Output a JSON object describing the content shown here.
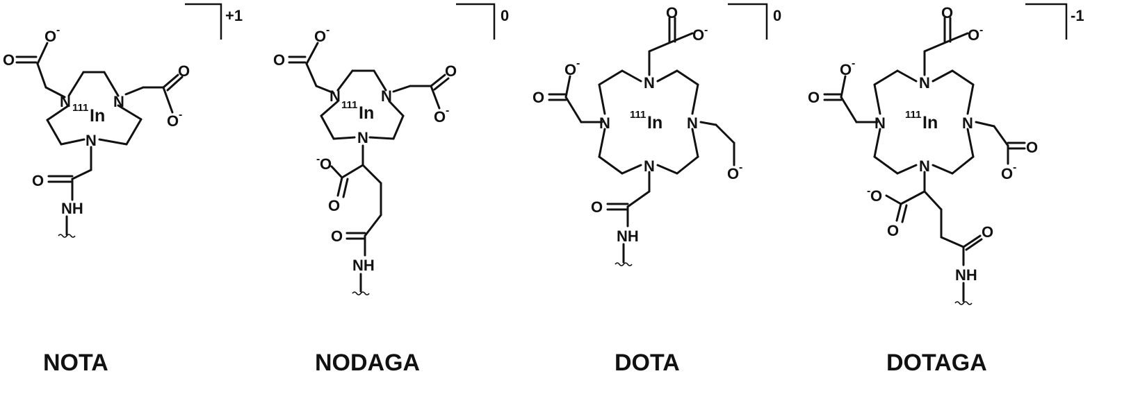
{
  "figure": {
    "panels": [
      {
        "id": "nota",
        "name": "NOTA",
        "charge": "+1",
        "metal_mass": "111",
        "metal_symbol": "In"
      },
      {
        "id": "nodaga",
        "name": "NODAGA",
        "charge": "0",
        "metal_mass": "111",
        "metal_symbol": "In"
      },
      {
        "id": "dota",
        "name": "DOTA",
        "charge": "0",
        "metal_mass": "111",
        "metal_symbol": "In"
      },
      {
        "id": "dotaga",
        "name": "DOTAGA",
        "charge": "-1",
        "metal_mass": "111",
        "metal_symbol": "In"
      }
    ],
    "atoms": {
      "nitrogen": "N",
      "oxygen": "O",
      "amide": "NH",
      "minus": "-"
    }
  }
}
